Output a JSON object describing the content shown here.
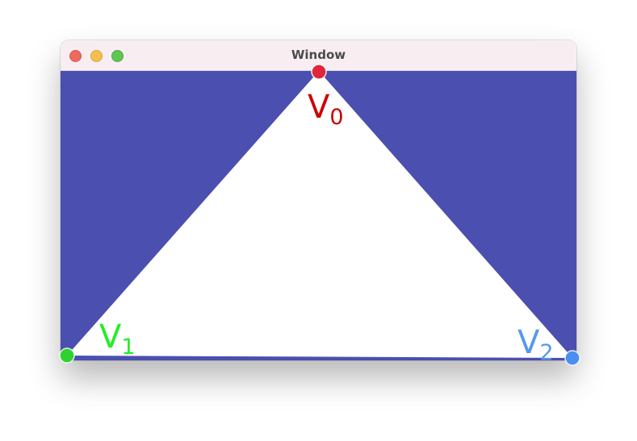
{
  "window": {
    "title": "Window"
  },
  "colors": {
    "background": "#4b4faf",
    "triangle": "#ffffff",
    "close": "#ec6a5e",
    "minimize": "#f4bf4f",
    "zoom": "#61c554",
    "v0": "#e0263a",
    "v1": "#2ed12e",
    "v2": "#4a8ff0",
    "v0_label": "#cc0000",
    "v1_label": "#22ee22",
    "v2_label": "#5599ee"
  },
  "vertices": [
    {
      "label": "V",
      "sub": "0"
    },
    {
      "label": "V",
      "sub": "1"
    },
    {
      "label": "V",
      "sub": "2"
    }
  ]
}
